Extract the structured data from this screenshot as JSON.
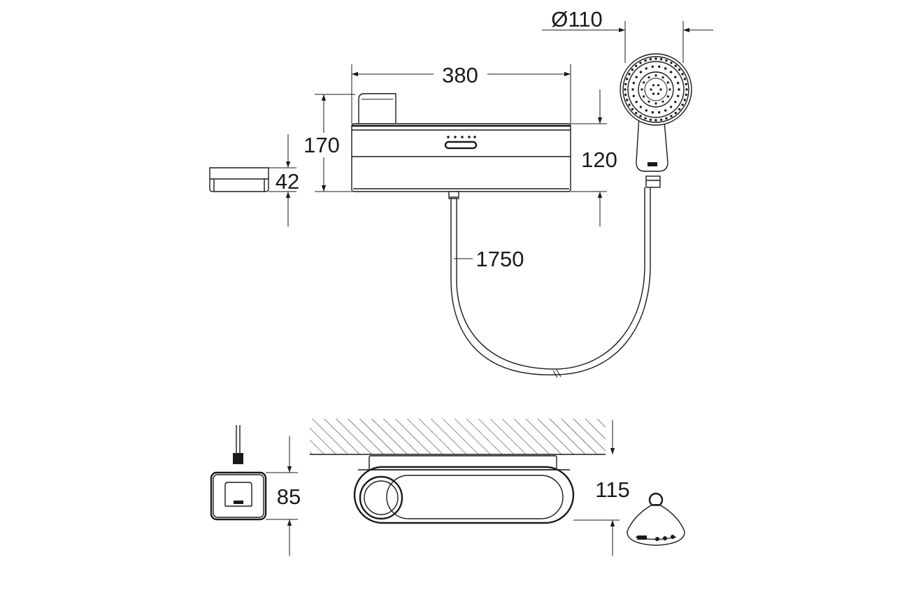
{
  "dimensions": {
    "width": "380",
    "total_height": "170",
    "body_height": "120",
    "shelf_height": "42",
    "hose_length": "1750",
    "head_diameter": "Ø110",
    "control_depth": "85",
    "body_depth": "115"
  }
}
